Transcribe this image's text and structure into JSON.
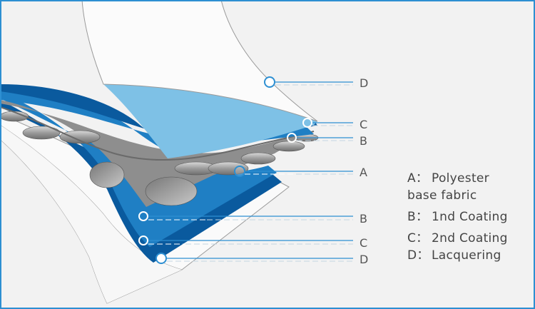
{
  "colors": {
    "background": "#f2f2f2",
    "frame": "#2d8fd2",
    "dark_blue": "#0a5a9e",
    "mid_blue": "#1f7fc4",
    "light_blue": "#7ec1e6",
    "fabric_gray": "#9a9a9a",
    "callout_line": "#2d8fd2"
  },
  "callouts": {
    "top_d": "D",
    "top_c": "C",
    "top_b": "B",
    "mid_a": "A",
    "low_b": "B",
    "low_c": "C",
    "low_d": "D"
  },
  "legend": {
    "a_key": "A：",
    "a_text_line1": "Polyester",
    "a_text_line2": "base fabric",
    "b_key": "B：",
    "b_text": "1nd Coating",
    "c_key": "C：",
    "c_text": "2nd Coating",
    "d_key": "D：",
    "d_text": "Lacquering"
  }
}
